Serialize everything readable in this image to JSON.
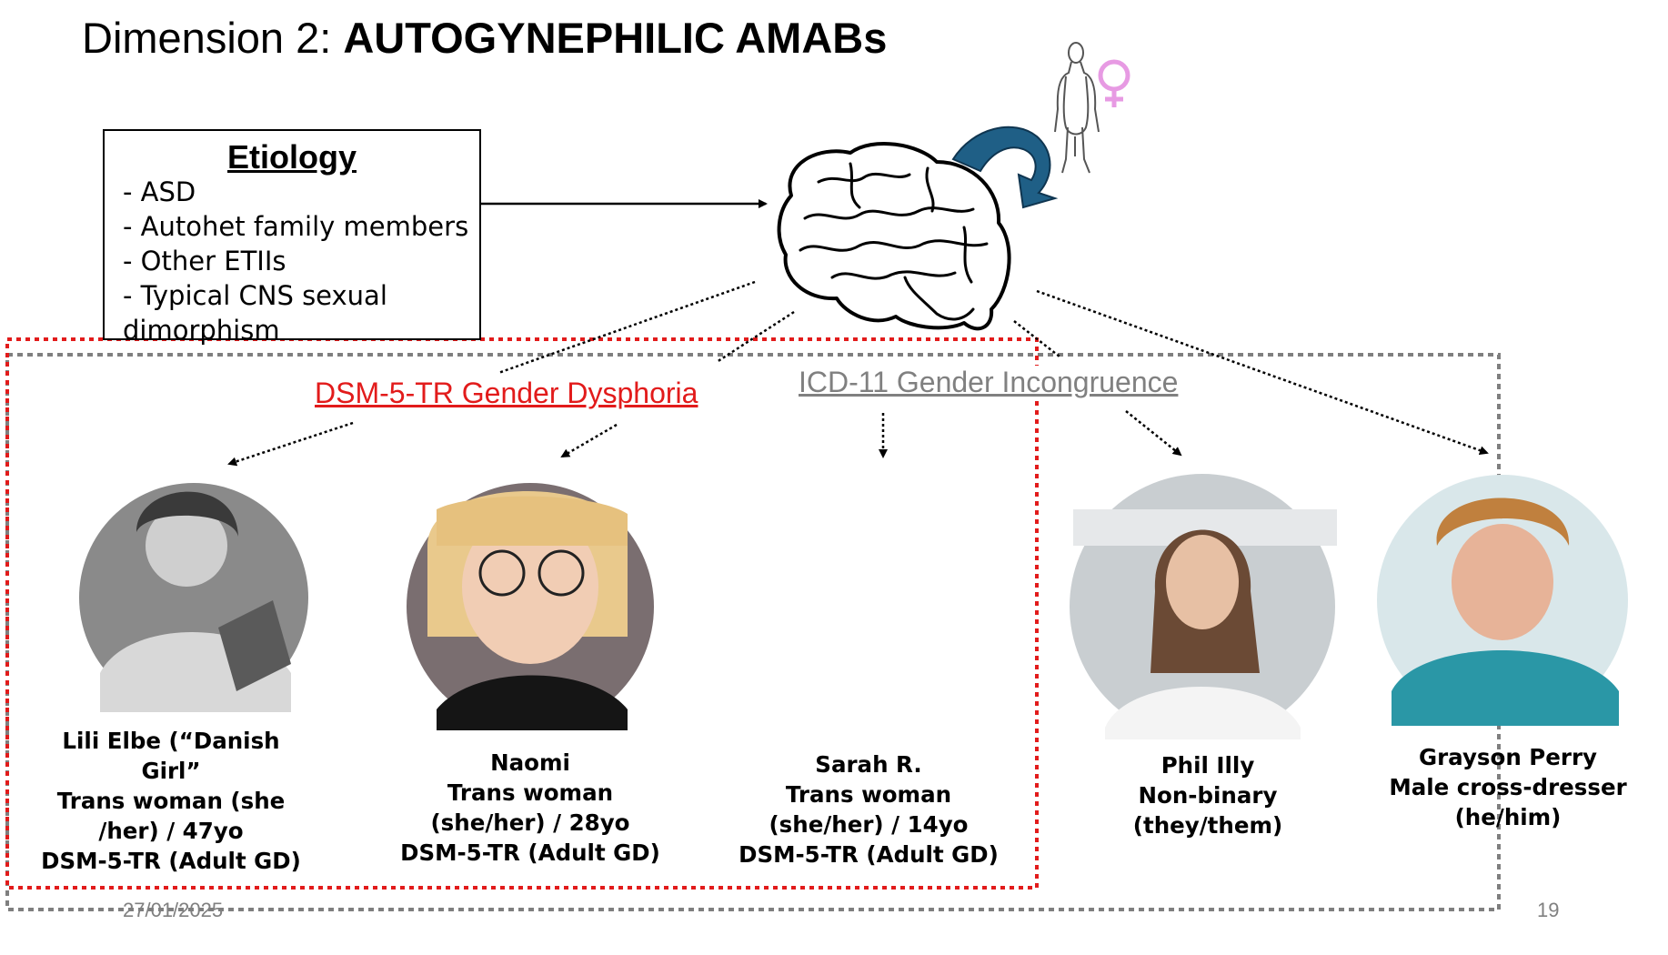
{
  "title": {
    "prefix": "Dimension 2: ",
    "bold": "AUTOGYNEPHILIC AMABs"
  },
  "etiology": {
    "heading": "Etiology",
    "items": [
      "- ASD",
      "- Autohet family members",
      "- Other ETIIs",
      "- Typical CNS sexual",
      "dimorphism"
    ]
  },
  "labels": {
    "dsm": "DSM-5-TR Gender Dysphoria",
    "icd": "ICD-11 Gender Incongruence"
  },
  "persons": [
    {
      "lines": [
        "Lili Elbe (“Danish",
        "Girl”",
        "Trans woman (she",
        "/her) / 47yo",
        "DSM-5-TR (Adult GD)"
      ]
    },
    {
      "lines": [
        "Naomi",
        "Trans woman",
        "(she/her) / 28yo",
        "DSM-5-TR (Adult GD)"
      ]
    },
    {
      "lines": [
        "Sarah R.",
        "Trans woman",
        "(she/her) / 14yo",
        "DSM-5-TR (Adult GD)"
      ]
    },
    {
      "lines": [
        "Phil Illy",
        "Non-binary",
        "(they/them)"
      ]
    },
    {
      "lines": [
        "Grayson Perry",
        "Male cross-dresser",
        "(he/him)"
      ]
    }
  ],
  "footer": {
    "date": "27/01/2025",
    "page": "19"
  },
  "colors": {
    "dsm_border": "#e21b1b",
    "icd_border": "#7f7f7f",
    "curved_arrow": "#1f5f86",
    "female_symbol": "#e79ae3"
  },
  "icons": [
    "brain-icon",
    "curved-arrow-icon",
    "female-figure-icon",
    "female-symbol-icon"
  ]
}
